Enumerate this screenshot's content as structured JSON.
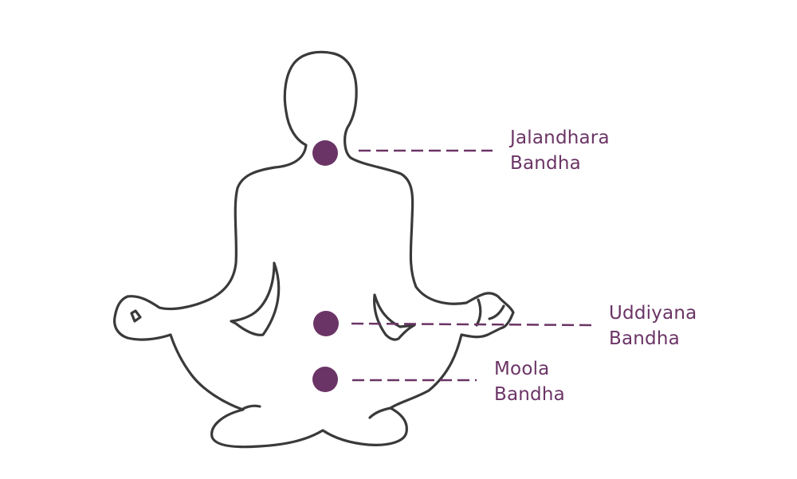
{
  "colors": {
    "accent": "#6b3466",
    "outline": "#3a3a3a",
    "background": "#ffffff"
  },
  "figure": {
    "icon": "meditating-person-silhouette"
  },
  "bandhas": [
    {
      "name": "Jalandhara",
      "suffix": "Bandha"
    },
    {
      "name": "Uddiyana",
      "suffix": "Bandha"
    },
    {
      "name": "Moola",
      "suffix": "Bandha"
    }
  ]
}
